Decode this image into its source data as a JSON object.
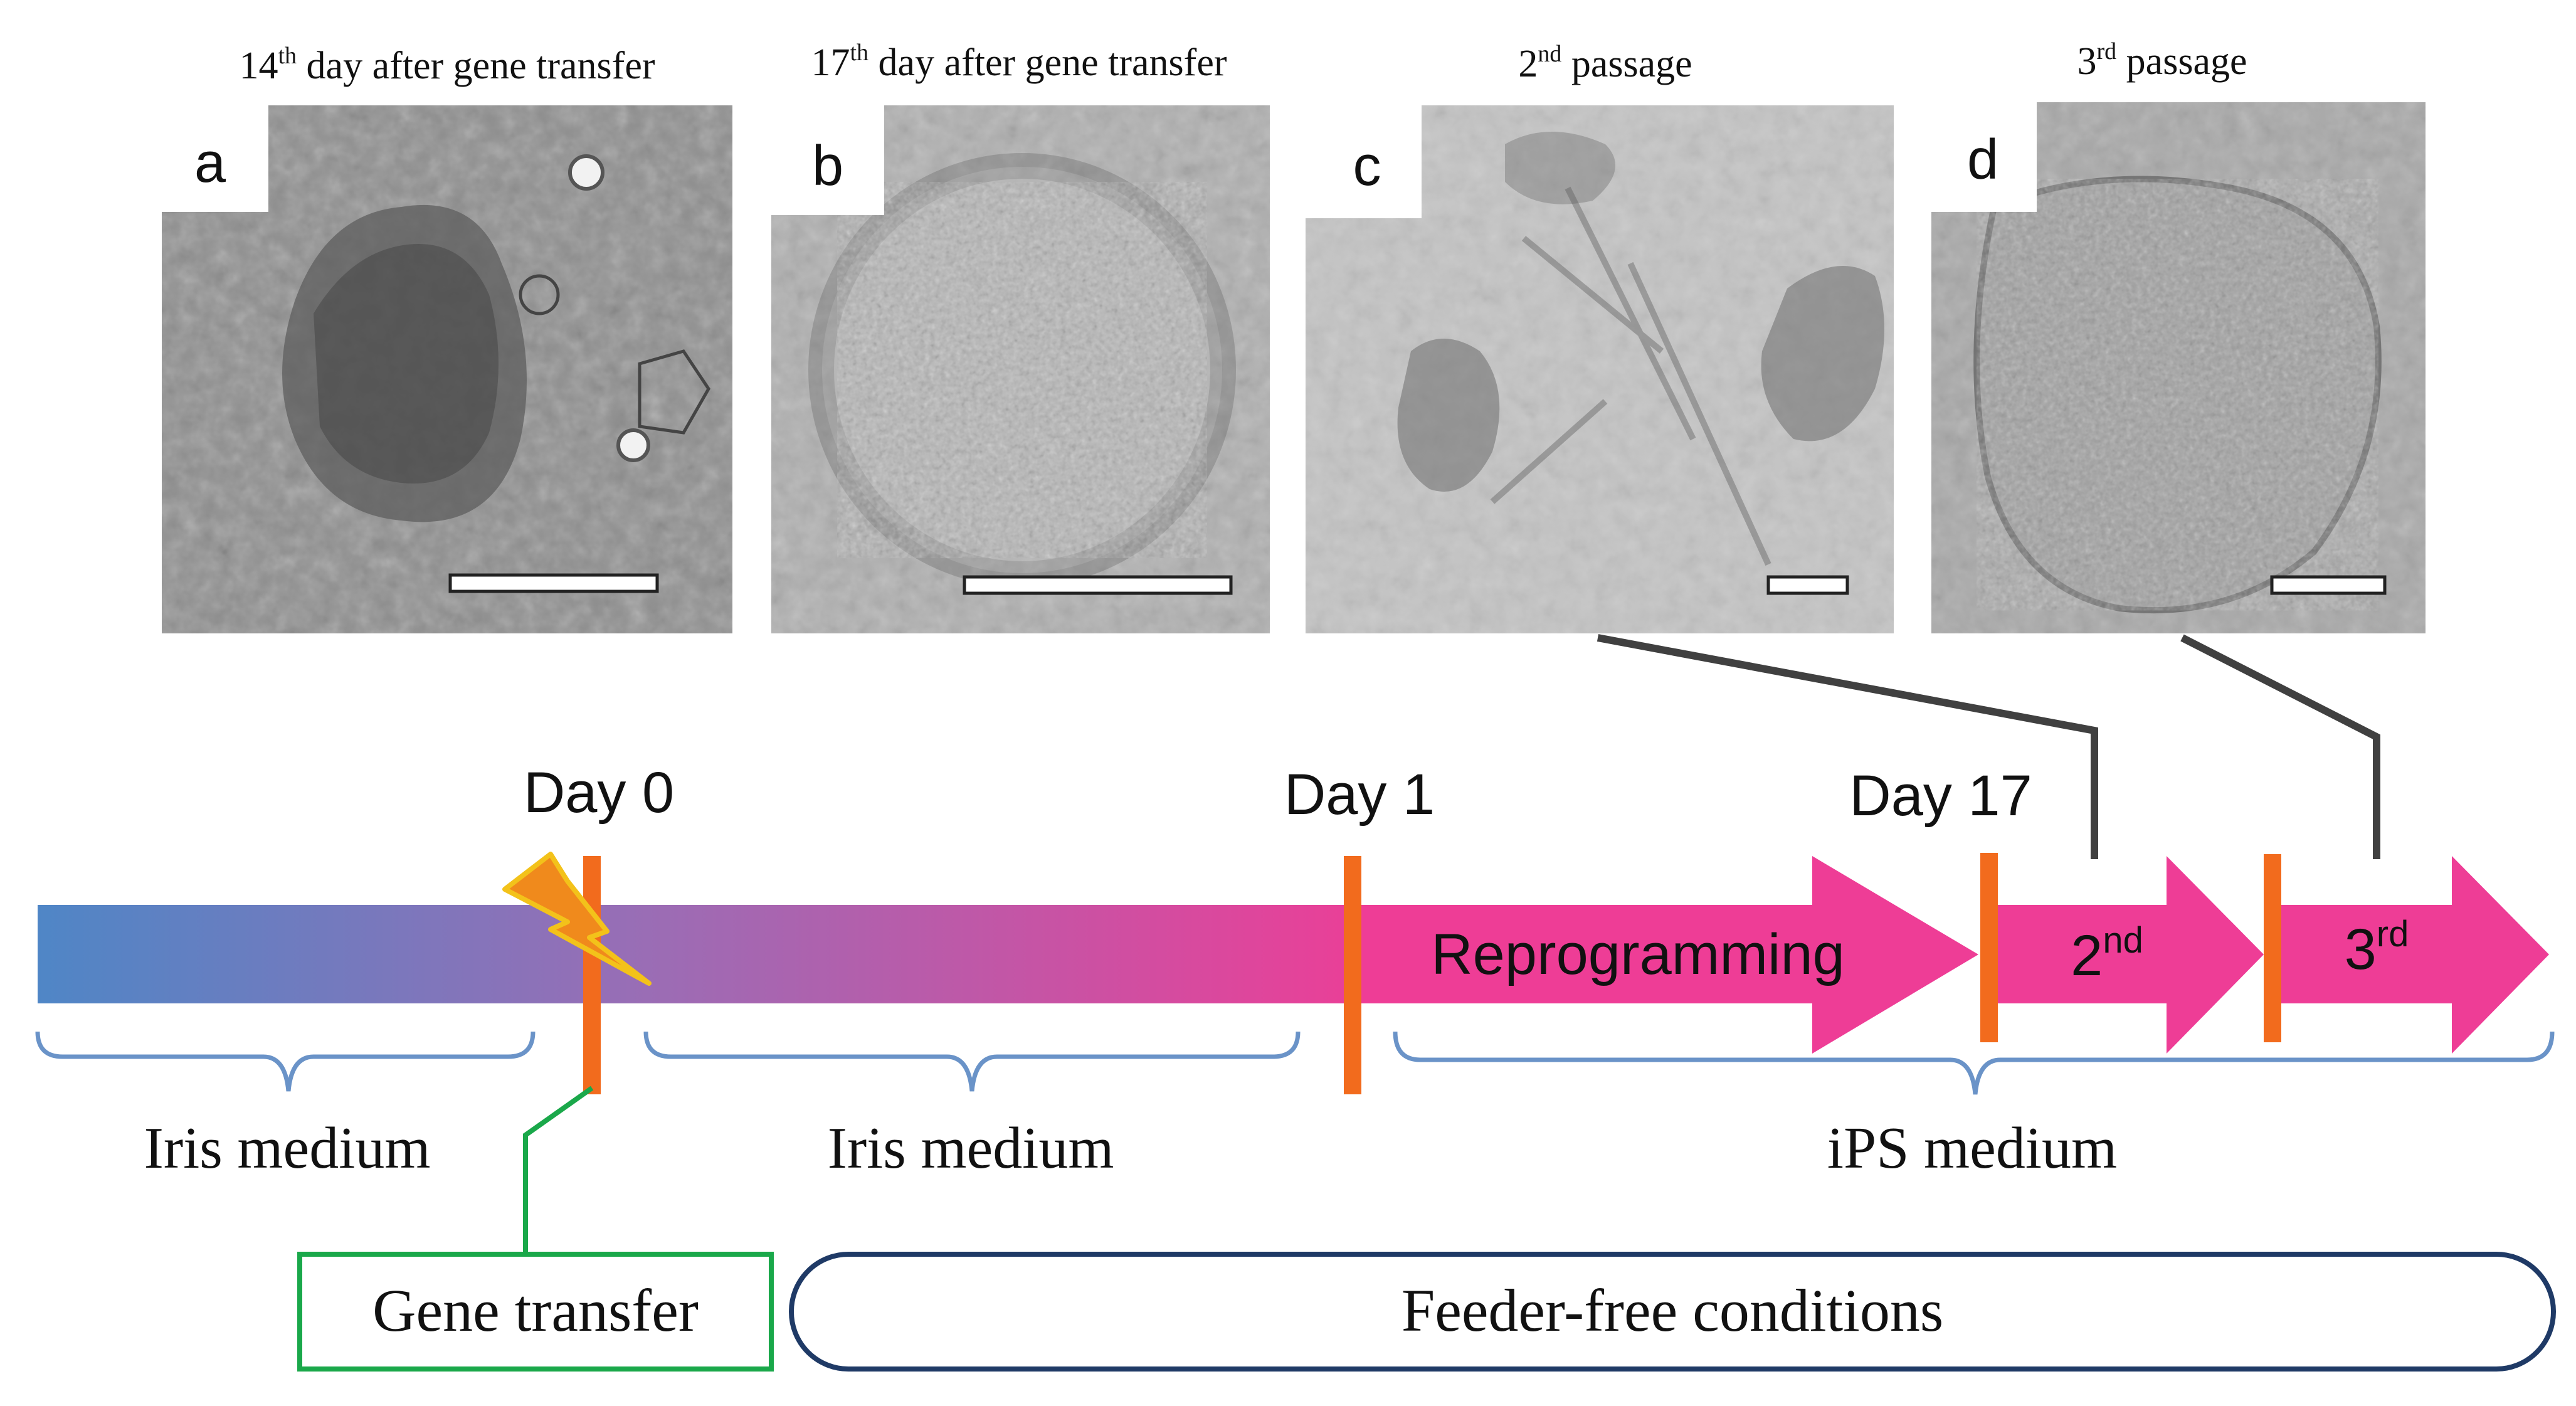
{
  "panels": [
    {
      "letter": "a",
      "caption_pre": "14",
      "caption_sup": "th",
      "caption_post": " day after gene transfer",
      "tone": "#8f8f8f"
    },
    {
      "letter": "b",
      "caption_pre": "17",
      "caption_sup": "th",
      "caption_post": " day after gene transfer",
      "tone": "#b0b0b0"
    },
    {
      "letter": "c",
      "caption_pre": "2",
      "caption_sup": "nd",
      "caption_post": " passage",
      "tone": "#c4c4c4"
    },
    {
      "letter": "d",
      "caption_pre": "3",
      "caption_sup": "rd",
      "caption_post": " passage",
      "tone": "#a9a9a9"
    }
  ],
  "timeline": {
    "day0": "Day 0",
    "day1": "Day 1",
    "day17": "Day 17",
    "reprogramming": "Reprogramming",
    "passage2_num": "2",
    "passage2_sup": "nd",
    "passage3_num": "3",
    "passage3_sup": "rd"
  },
  "media": {
    "iris1": "Iris medium",
    "iris2": "Iris medium",
    "ips": "iPS medium"
  },
  "boxes": {
    "gene_transfer": "Gene transfer",
    "feeder_free": "Feeder-free conditions"
  },
  "colors": {
    "gradient_start": "#4f86c6",
    "gradient_mid": "#9a6db5",
    "magenta": "#ee3d96",
    "marker": "#f26b1d",
    "brace": "#6a93c8",
    "green": "#1aa84a",
    "navy": "#1f3a66",
    "connector": "#404040",
    "bolt_fill": "#f08a1c",
    "bolt_stroke": "#f3c21a"
  }
}
